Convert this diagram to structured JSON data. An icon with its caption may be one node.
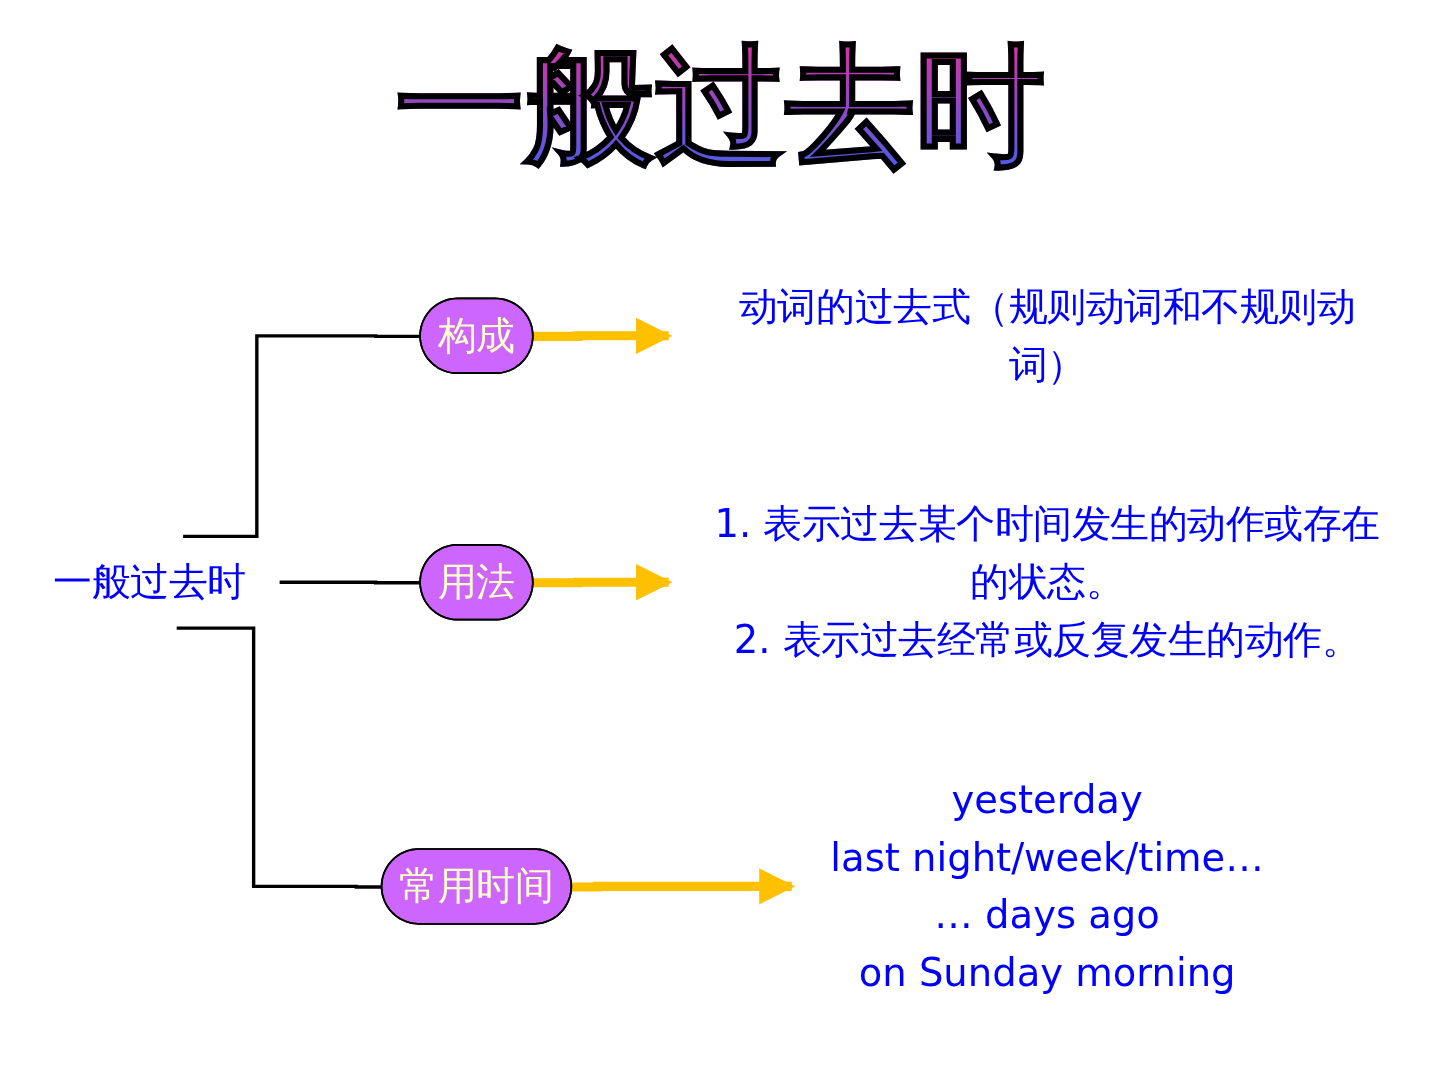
{
  "diagram": {
    "title": "一般过去时",
    "nodes": [
      {
        "text": [
          "一般过去时"
        ]
      },
      {
        "text": [
          "构成"
        ]
      },
      {
        "text": [
          "用法"
        ]
      },
      {
        "text": [
          "常用时间"
        ]
      },
      {
        "text": [
          "动词的过去式（规则动词和不规则动词）"
        ]
      },
      {
        "text": [
          "1. 表示过去某个时间发生的动作或存在的状态。",
          "2. 表示过去经常或反复发生的动作。"
        ]
      },
      {
        "text": [
          "yesterday",
          "last night/week/time…",
          "… days ago",
          "on Sunday morning"
        ]
      }
    ],
    "edges": [
      {
        "from": 0,
        "to": 1,
        "arrow": "none"
      },
      {
        "from": 0,
        "to": 2,
        "arrow": "none"
      },
      {
        "from": 0,
        "to": 3,
        "arrow": "none"
      },
      {
        "from": 1,
        "to": 4,
        "arrow": "to",
        "style": "thick",
        "color": "#ffc000"
      },
      {
        "from": 2,
        "to": 5,
        "arrow": "to",
        "style": "thick",
        "color": "#ffc000"
      },
      {
        "from": 3,
        "to": 6,
        "arrow": "to",
        "style": "thick",
        "color": "#ffc000"
      }
    ]
  }
}
